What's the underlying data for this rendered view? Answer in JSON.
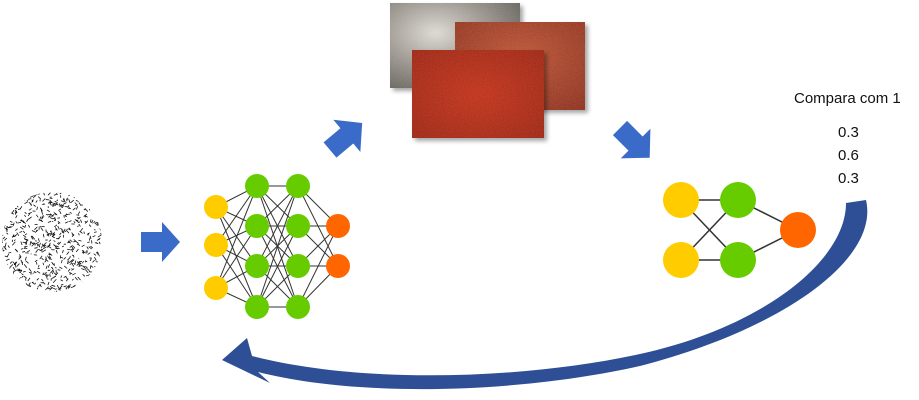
{
  "compare": {
    "title": "Compara com 1",
    "scores": [
      "0.3",
      "0.6",
      "0.3"
    ]
  },
  "colors": {
    "input_node": "#FFCC00",
    "hidden_node": "#66CC00",
    "output_node": "#FF6600",
    "arrow": "#3A6BC8",
    "curve_arrow": "#2E4F95",
    "edge": "#333333",
    "texture_gray": "#8f8a83",
    "texture_red": "#a8321c",
    "texture_red_dark": "#b82a10"
  }
}
